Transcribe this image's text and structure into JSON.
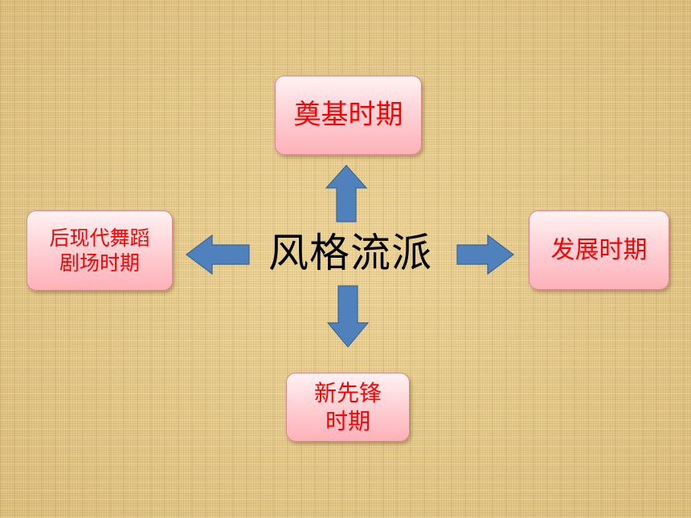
{
  "diagram": {
    "center": "风格流派",
    "nodes": {
      "top": "奠基时期",
      "right": "发展时期",
      "left": [
        "后现代舞蹈",
        "剧场时期"
      ],
      "bottom": [
        "新先锋",
        "时期"
      ]
    },
    "colors": {
      "node_text": "#ff0000",
      "node_fill": "#ffd3d7",
      "arrow": "#4f81bd",
      "background": "#e8cd8e"
    }
  }
}
